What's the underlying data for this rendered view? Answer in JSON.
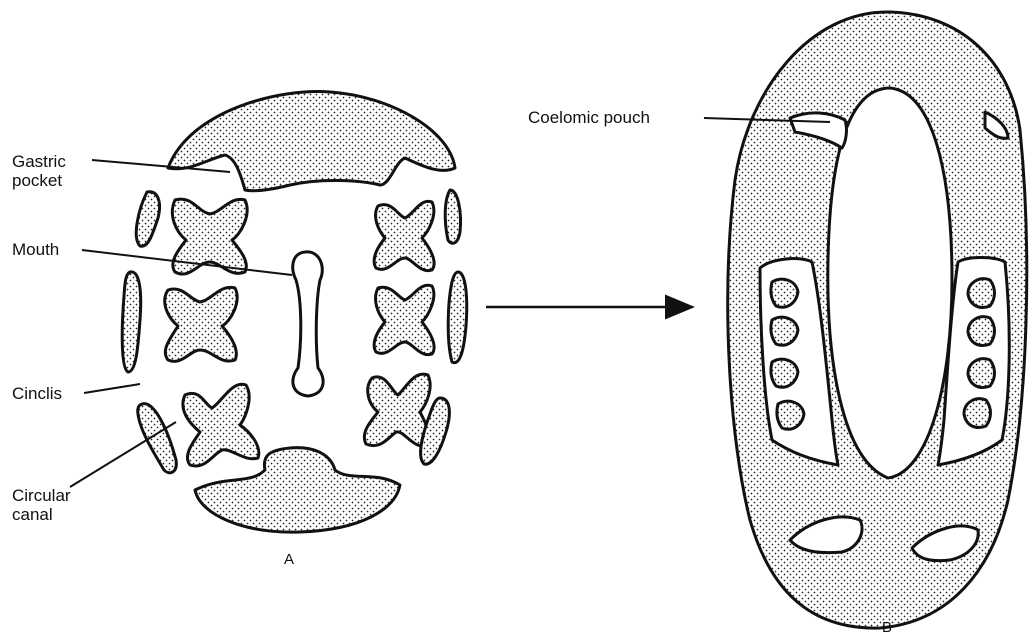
{
  "labels": {
    "gastric_pocket_line1": "Gastric",
    "gastric_pocket_line2": "pocket",
    "mouth": "Mouth",
    "cinclis": "Cinclis",
    "circular_canal_line1": "Circular",
    "circular_canal_line2": "canal",
    "coelomic_pouch": "Coelomic pouch"
  },
  "captions": {
    "a": "A",
    "b": "B"
  },
  "colors": {
    "ink": "#111111",
    "tissue_fill": "stippled",
    "background": "#ffffff"
  }
}
